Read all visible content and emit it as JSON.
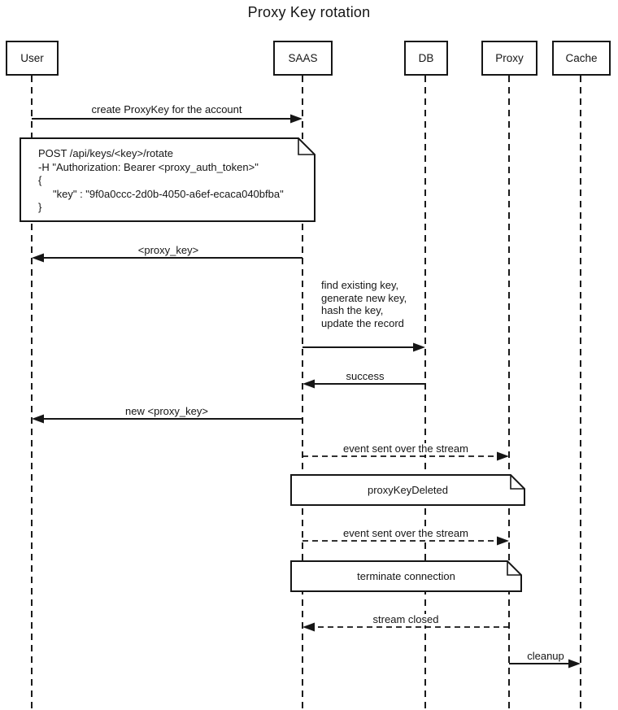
{
  "title": "Proxy Key rotation",
  "colors": {
    "line": "#161616",
    "background": "#ffffff"
  },
  "actors": [
    {
      "label": "User"
    },
    {
      "label": "SAAS"
    },
    {
      "label": "DB"
    },
    {
      "label": "Proxy"
    },
    {
      "label": "Cache"
    }
  ],
  "messages": [
    {
      "from": "User",
      "to": "SAAS",
      "style": "solid",
      "label": "create ProxyKey for the account"
    },
    {
      "from": "SAAS",
      "to": "User",
      "style": "solid",
      "label": "<proxy_key>"
    },
    {
      "from": "SAAS",
      "to": "DB",
      "style": "solid",
      "label": ""
    },
    {
      "from": "DB",
      "to": "SAAS",
      "style": "solid",
      "label": "success"
    },
    {
      "from": "SAAS",
      "to": "User",
      "style": "solid",
      "label": "new <proxy_key>"
    },
    {
      "from": "SAAS",
      "to": "Proxy",
      "style": "dashed",
      "label": "event sent over the stream"
    },
    {
      "from": "SAAS",
      "to": "Proxy",
      "style": "dashed",
      "label": "event sent over the stream"
    },
    {
      "from": "Proxy",
      "to": "SAAS",
      "style": "dashed",
      "label": "stream closed"
    },
    {
      "from": "Proxy",
      "to": "Cache",
      "style": "solid",
      "label": "cleanup"
    }
  ],
  "request_note": {
    "lines": [
      "POST /api/keys/<key>/rotate",
      "-H \"Authorization: Bearer <proxy_auth_token>\"",
      "{",
      "\"key\" : \"9f0a0ccc-2d0b-4050-a6ef-ecaca040bfba\"",
      "}"
    ]
  },
  "db_action_note": {
    "lines": [
      "find existing key,",
      "generate new key,",
      "hash the key,",
      "update the record"
    ]
  },
  "event_notes": [
    {
      "label": "proxyKeyDeleted"
    },
    {
      "label": "terminate connection"
    }
  ]
}
